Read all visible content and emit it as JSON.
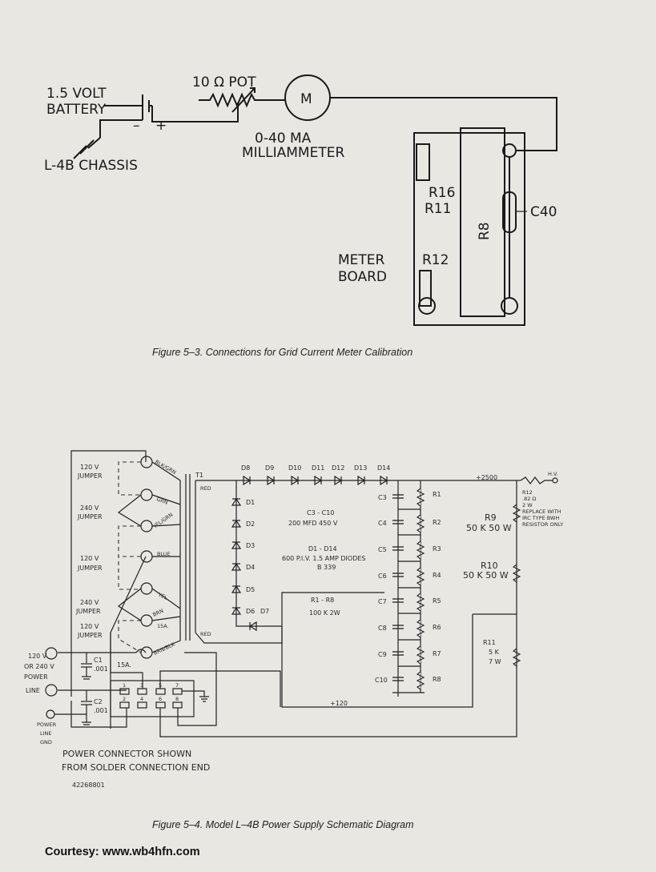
{
  "figure_5_3": {
    "caption": "Figure 5–3.  Connections for Grid Current Meter Calibration",
    "battery": [
      "1.5 VOLT",
      "BATTERY"
    ],
    "battery_polarity": [
      "–",
      "+"
    ],
    "chassis": "L-4B CHASSIS",
    "pot": "10 Ω POT",
    "meter_symbol": "M",
    "meter": [
      "0-40 MA",
      "MILLIAMMETER"
    ],
    "board": [
      "METER",
      "BOARD"
    ],
    "components": {
      "r16": "R16",
      "r11": "R11",
      "r8": "R8",
      "c40": "C40",
      "r12": "R12"
    }
  },
  "figure_5_4": {
    "caption": "Figure 5–4.  Model L–4B Power Supply Schematic Diagram",
    "transformer": "T1",
    "jumpers": [
      "120 V",
      "JUMPER",
      "240 V",
      "JUMPER",
      "120 V",
      "JUMPER",
      "240 V",
      "JUMPER",
      "120 V",
      "JUMPER"
    ],
    "wires": [
      "BLK/GRN",
      "GRN",
      "YEL/GRN",
      "BLUE",
      "YEL",
      "BRN",
      "15A.",
      "BRN/BLK",
      "RED",
      "RED"
    ],
    "diodes_top": [
      "D8",
      "D9",
      "D10",
      "D11",
      "D12",
      "D13",
      "D14"
    ],
    "diodes_side": [
      "D1",
      "D2",
      "D3",
      "D4",
      "D5",
      "D6",
      "D7"
    ],
    "capacitors": [
      "C3",
      "C4",
      "C5",
      "C6",
      "C7",
      "C8",
      "C9",
      "C10"
    ],
    "resistors": [
      "R1",
      "R2",
      "R3",
      "R4",
      "R5",
      "R6",
      "R7",
      "R8"
    ],
    "notes": {
      "caps": "C3 - C10",
      "caps_value": "200 MFD  450 V",
      "diodes": "D1 - D14",
      "diodes_value": "600 P.I.V.  1.5 AMP DIODES",
      "diodes_part": "B 339",
      "res": "R1 - R8",
      "res_value": "100 K  2W"
    },
    "rail_hv": "+2500",
    "hv_out": "H.V.",
    "r12": [
      "R12",
      ".82 Ω",
      "2 W",
      "REPLACE WITH",
      "IRC TYPE BWH",
      "RESISTOR ONLY"
    ],
    "r9": [
      "R9",
      "50 K  50 W"
    ],
    "r10": [
      "R10",
      "50 K  50 W"
    ],
    "r11": [
      "R11",
      "5 K",
      "7 W"
    ],
    "rail_low": "+120",
    "line": [
      "120 V",
      "OR  240 V",
      "POWER",
      "LINE"
    ],
    "line_gnd": [
      "POWER",
      "LINE",
      "GND"
    ],
    "c1": [
      "C1",
      ".001"
    ],
    "c2": [
      "C2",
      ".001"
    ],
    "fuse": "15A.",
    "pins": [
      "1",
      "3",
      "5",
      "7",
      "2",
      "4",
      "6",
      "8"
    ],
    "connector_note": [
      "POWER   CONNECTOR   SHOWN",
      "FROM SOLDER CONNECTION END"
    ],
    "part_number": "42268801"
  },
  "courtesy": "Courtesy: www.wb4hfn.com"
}
